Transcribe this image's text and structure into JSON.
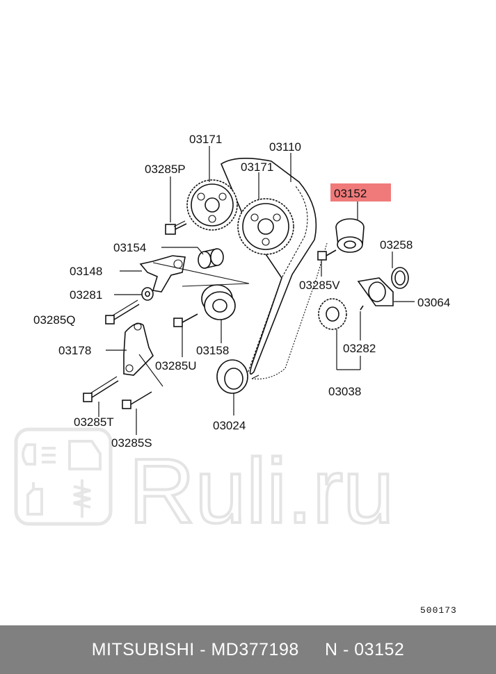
{
  "highlight_color": "#f07a7a",
  "watermark": {
    "text": "Ruli.ru",
    "color": "#e4e4e4",
    "icon_names": [
      "car-lights-icon",
      "car-door-icon",
      "oil-bottle-icon",
      "shock-absorber-icon"
    ]
  },
  "labels": {
    "p03171_a": "03171",
    "p03110": "03110",
    "p03285P": "03285P",
    "p03171_b": "03171",
    "p03152": "03152",
    "p03154": "03154",
    "p03258": "03258",
    "p03148": "03148",
    "p03285V": "03285V",
    "p03281": "03281",
    "p03064": "03064",
    "p03285Q": "03285Q",
    "p03282": "03282",
    "p03178": "03178",
    "p03158": "03158",
    "p03285U": "03285U",
    "p03038": "03038",
    "p03285T": "03285T",
    "p03024": "03024",
    "p03285S": "03285S"
  },
  "diagram_code": "500173",
  "footer": {
    "text": "MITSUBISHI - MD377198     N - 03152"
  }
}
